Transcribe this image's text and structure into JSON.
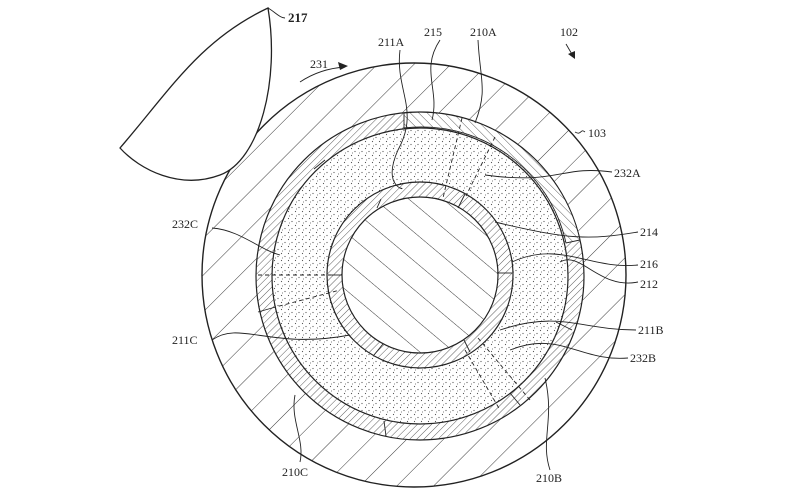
{
  "figure": {
    "reference": "102",
    "labels": {
      "l217": "217",
      "l231": "231",
      "l211A": "211A",
      "l215": "215",
      "l210A": "210A",
      "l102": "102",
      "l103": "103",
      "l232A": "232A",
      "l214": "214",
      "l216": "216",
      "l212": "212",
      "l211B": "211B",
      "l232B": "232B",
      "l210B": "210B",
      "l210C": "210C",
      "l211C": "211C",
      "l232C": "232C"
    }
  }
}
